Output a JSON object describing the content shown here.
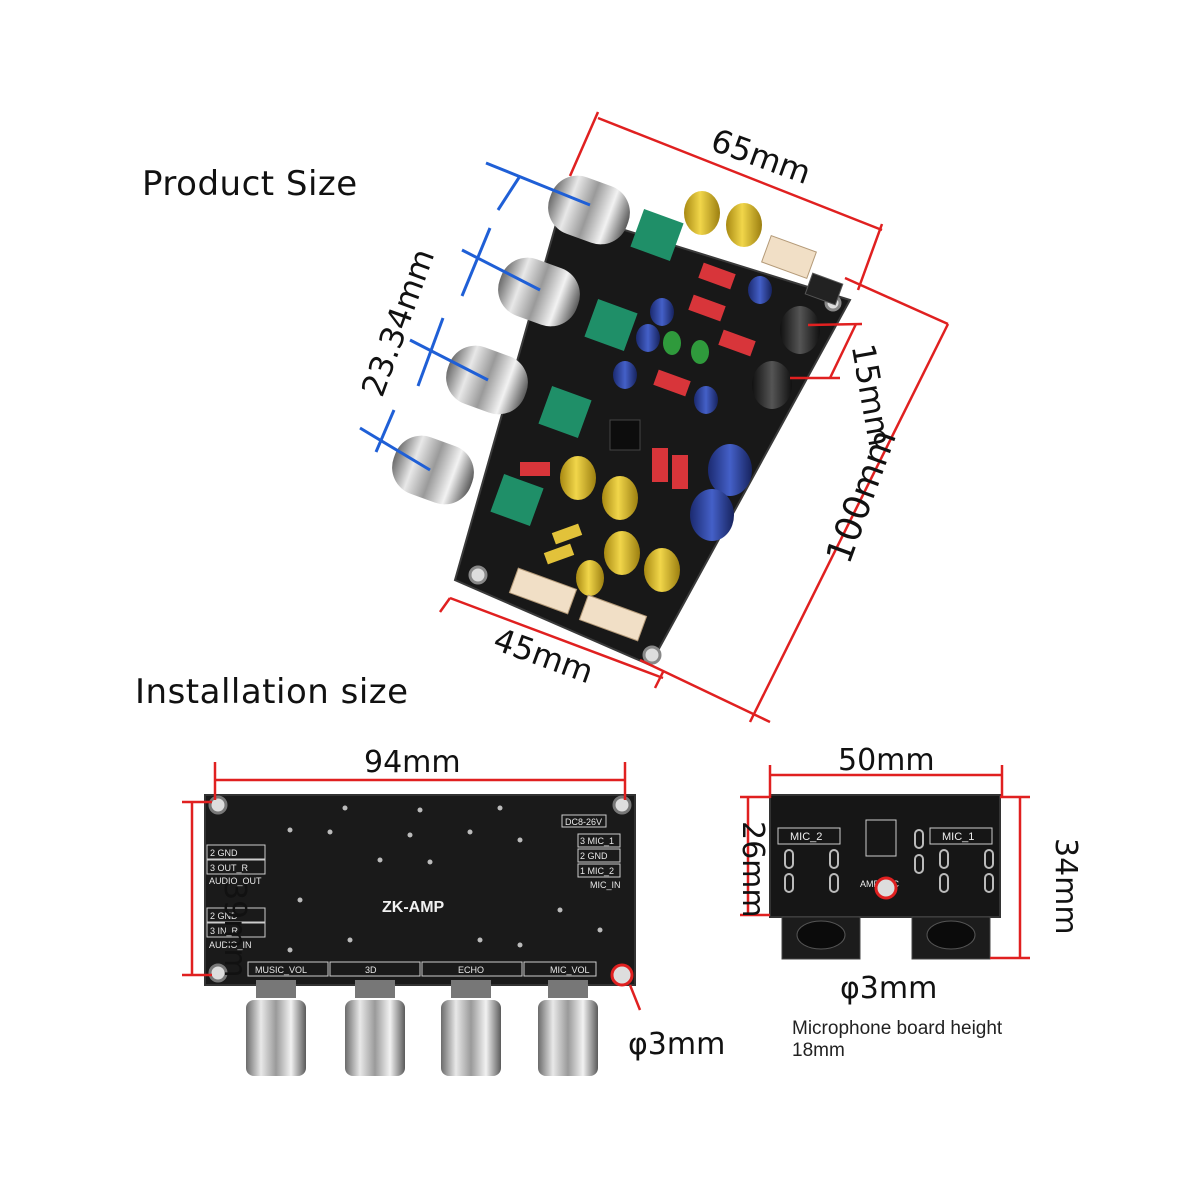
{
  "headings": {
    "product": "Product Size",
    "installation": "Installation size"
  },
  "product_dimensions": {
    "width": "65mm",
    "length": "100mm",
    "knob_pitch": "23.34mm",
    "bottom_width": "45mm",
    "side_depth": "15mm"
  },
  "main_board": {
    "width": "94mm",
    "height": "39mm",
    "hole": "φ3mm",
    "name": "ZK-AMP",
    "power_label": "DC8-26V",
    "left_header_1": [
      "2 GND",
      "3 OUT_R"
    ],
    "left_header_1_title": "AUDIO_OUT",
    "left_header_2": [
      "2 GND",
      "3 IN_R"
    ],
    "left_header_2_title": "AUDIO_IN",
    "right_header": [
      "3 MIC_1",
      "2 GND",
      "1 MIC_2"
    ],
    "right_header_title": "MIC_IN",
    "knob_labels": [
      "MUSIC_VOL",
      "3D",
      "ECHO",
      "MIC_VOL"
    ]
  },
  "mic_board": {
    "width": "50mm",
    "height_inner": "26mm",
    "height_outer": "34mm",
    "hole": "φ3mm",
    "label_left": "MIC_2",
    "label_right": "MIC_1",
    "name": "AMP-MIC"
  },
  "note": "Microphone board height 18mm",
  "colors": {
    "dimension_line": "#e02020",
    "pitch_line": "#1f5fd6",
    "pcb": "#1a1a1a",
    "capacitor_gold": "#d8b428",
    "capacitor_blue": "#2a3c9a",
    "pot_green": "#1f8f68",
    "resistor_red": "#d8353a"
  }
}
